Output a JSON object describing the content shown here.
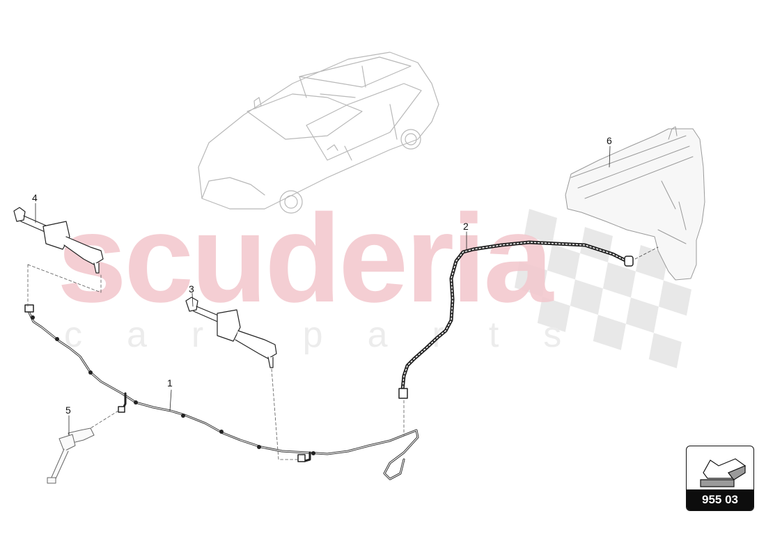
{
  "diagram": {
    "type": "exploded-parts-diagram",
    "subject": "Headlight / windscreen washer system",
    "watermark": {
      "main": "scuderia",
      "sub": "car parts",
      "color": "#f3c9cf"
    },
    "callouts": [
      {
        "id": "1",
        "label": "1",
        "part": "washer hose assembly (long line with clips)"
      },
      {
        "id": "2",
        "label": "2",
        "part": "corrugated washer hose to reservoir"
      },
      {
        "id": "3",
        "label": "3",
        "part": "headlight washer nozzle / telescopic jet (right)"
      },
      {
        "id": "4",
        "label": "4",
        "part": "headlight washer nozzle / telescopic jet (left)"
      },
      {
        "id": "5",
        "label": "5",
        "part": "washer jet"
      },
      {
        "id": "6",
        "label": "6",
        "part": "washer fluid reservoir"
      }
    ],
    "badge": {
      "code": "955 03",
      "icon": "arrow-icon"
    },
    "colors": {
      "line": "#222222",
      "car": "#b5b5b5",
      "checker": "#e4e4e4",
      "badge_bg": "#0d0d0d",
      "badge_arrow": "#9a9a9a"
    }
  }
}
